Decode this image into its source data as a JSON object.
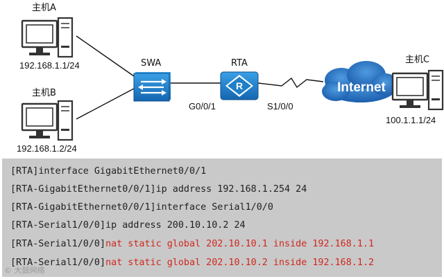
{
  "hosts": {
    "a": {
      "label": "主机A",
      "ip": "192.168.1.1/24"
    },
    "b": {
      "label": "主机B",
      "ip": "192.168.1.2/24"
    },
    "c": {
      "label": "主机C",
      "ip": "100.1.1.1/24"
    }
  },
  "switch": {
    "label": "SWA"
  },
  "router": {
    "label": "RTA",
    "symbol": "R",
    "port_lan": "G0/0/1",
    "port_wan": "S1/0/0"
  },
  "cloud": {
    "label": "Internet"
  },
  "colors": {
    "device_blue": "#1f7fc9",
    "cloud_blue": "#2a78c8",
    "cli_bg": "#c9c9c9",
    "highlight_red": "#d0281e"
  },
  "cli": {
    "lines": [
      {
        "prompt": "[RTA]",
        "cmd": "interface GigabitEthernet0/0/1"
      },
      {
        "prompt": "[RTA-GigabitEthernet0/0/1]",
        "cmd": "ip address 192.168.1.254 24"
      },
      {
        "prompt": "[RTA-GigabitEthernet0/0/1]",
        "cmd": "interface Serial1/0/0"
      },
      {
        "prompt": "[RTA-Serial1/0/0]",
        "cmd": "ip address 200.10.10.2 24"
      },
      {
        "prompt": "[RTA-Serial1/0/0]",
        "cmd": "nat static global 202.10.10.1 inside 192.168.1.1"
      },
      {
        "prompt": "[RTA-Serial1/0/0]",
        "cmd": "nat static global 202.10.10.2 inside 192.168.1.2"
      }
    ]
  },
  "watermark": "© 大鼓网络"
}
